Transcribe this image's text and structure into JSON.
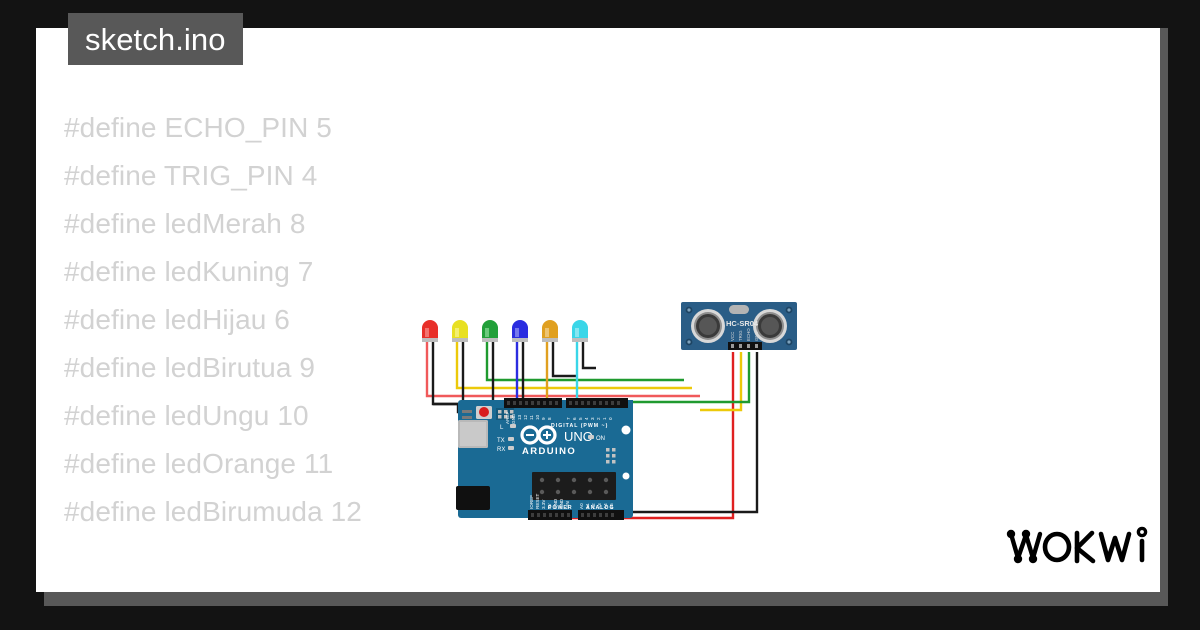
{
  "window": {
    "background_color": "#131313",
    "panel_color": "#ffffff",
    "shadow_color": "#585858"
  },
  "tab": {
    "label": "sketch.ino",
    "background_color": "#585858",
    "text_color": "#ffffff"
  },
  "editor": {
    "text_color": "#d2d2d2",
    "lines": [
      {
        "text": "#define ECHO_PIN 5"
      },
      {
        "text": "#define TRIG_PIN 4"
      },
      {
        "text": "#define ledMerah 8"
      },
      {
        "text": "#define ledKuning 7"
      },
      {
        "text": "#define ledHijau 6"
      },
      {
        "text": "#define ledBirutua 9"
      },
      {
        "text": "#define ledUngu 10"
      },
      {
        "text": "#define ledOrange 11"
      },
      {
        "text": "#define ledBirumuda 12"
      }
    ]
  },
  "logo": {
    "text": "WOKWI"
  },
  "circuit": {
    "board": {
      "name": "ARDUINO",
      "model": "UNO",
      "pcb_color": "#1a6a94",
      "labels": {
        "digital": "DIGITAL (PWM ~)",
        "power": "POWER",
        "analog": "ANALOG",
        "on": "ON",
        "l": "L",
        "tx": "TX",
        "rx": "RX"
      },
      "digital_pins": [
        "AREF",
        "GND",
        "13",
        "12",
        "11",
        "10",
        "9",
        "8",
        "7",
        "6",
        "5",
        "4",
        "3",
        "2",
        "1",
        "0"
      ],
      "digital_right_labels": [
        "TX",
        "RX"
      ],
      "power_pins": [
        "IOREF",
        "RESET",
        "3.3V",
        "5V",
        "GND",
        "GND",
        "VIN"
      ],
      "analog_pins": [
        "A0",
        "A1",
        "A2",
        "A3",
        "A4",
        "A5"
      ]
    },
    "sensor": {
      "name": "HC-SR04",
      "pcb_color": "#2a5d86",
      "pins": [
        "VCC",
        "TRIG",
        "ECHO",
        "GND"
      ],
      "wire_colors": [
        "#e02020",
        "#ecc90a",
        "#1f9a2f",
        "#1a1a1a"
      ]
    },
    "leds": [
      {
        "name": "ledMerah",
        "color": "#e8302a",
        "pin": "8"
      },
      {
        "name": "ledKuning",
        "color": "#e8e022",
        "pin": "7"
      },
      {
        "name": "ledHijau",
        "color": "#22a03a",
        "pin": "6"
      },
      {
        "name": "ledBirutua",
        "color": "#2b2de0",
        "pin": "9"
      },
      {
        "name": "ledOrange",
        "color": "#e0a020",
        "pin": "11"
      },
      {
        "name": "ledBirumuda",
        "color": "#3ad6e8",
        "pin": "12"
      }
    ]
  }
}
